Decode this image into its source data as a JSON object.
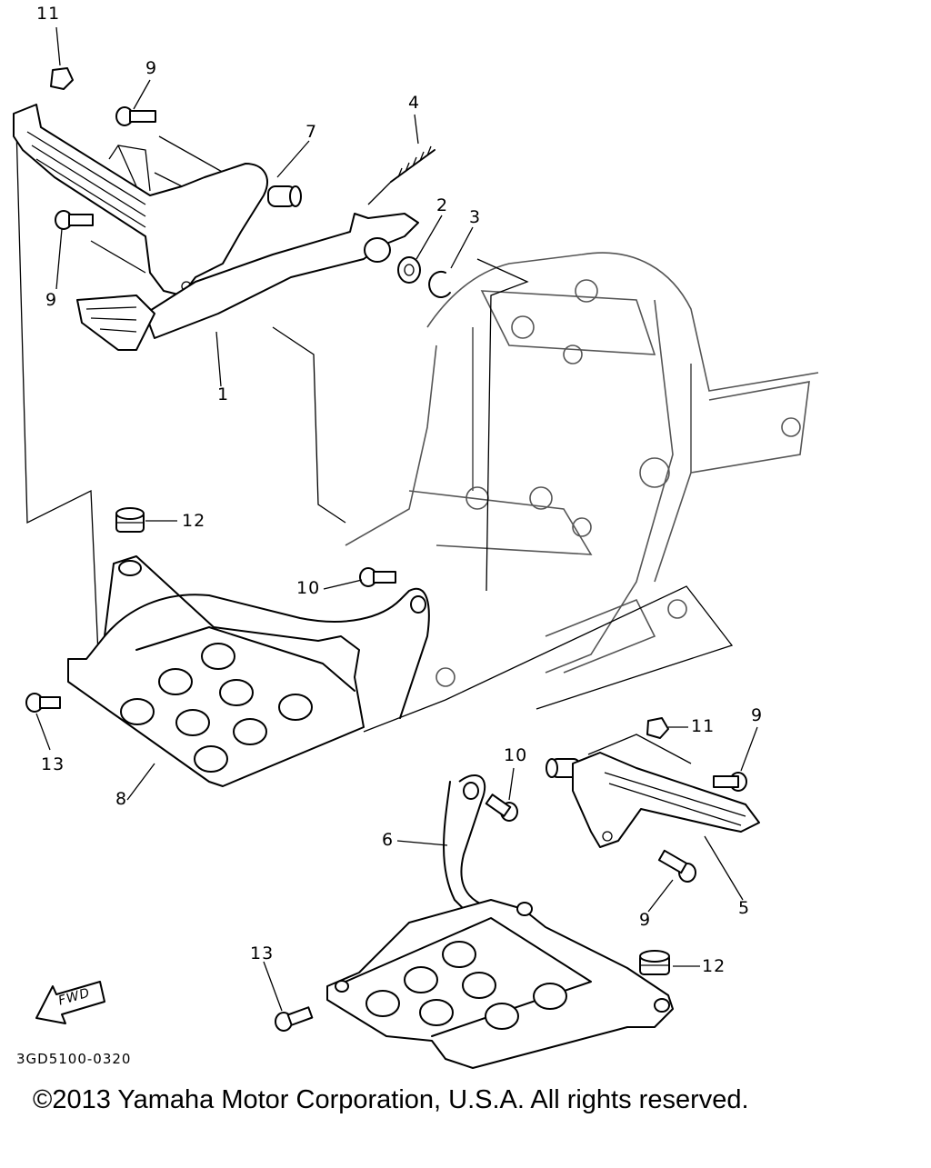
{
  "callouts": {
    "c1": "1",
    "c2": "2",
    "c3": "3",
    "c4": "4",
    "c5": "5",
    "c6": "6",
    "c7": "7",
    "c8": "8",
    "c9a": "9",
    "c9b": "9",
    "c9c": "9",
    "c9d": "9",
    "c10a": "10",
    "c10b": "10",
    "c11a": "11",
    "c11b": "11",
    "c12a": "12",
    "c12b": "12",
    "c13a": "13",
    "c13b": "13"
  },
  "fwd_label": "FWD",
  "diagram_code": "3GD5100-0320",
  "copyright": "©2013 Yamaha Motor Corporation, U.S.A. All rights reserved."
}
